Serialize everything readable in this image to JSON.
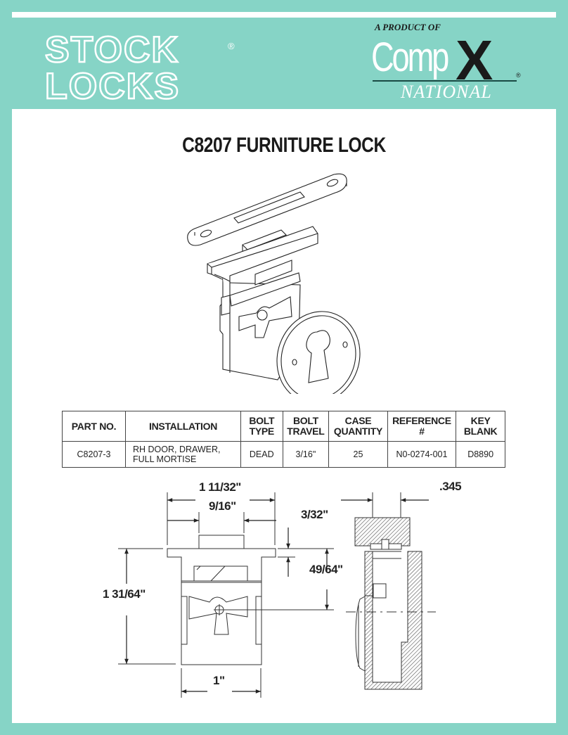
{
  "header": {
    "brand_line1": "STOCK",
    "brand_line2": "LOCKS",
    "brand_registered": "®",
    "product_of": "A PRODUCT OF",
    "partner_name_a": "Comp",
    "partner_name_b": "X",
    "partner_sub": "NATIONAL",
    "partner_registered": "®"
  },
  "colors": {
    "background": "#86d4c6",
    "panel": "#ffffff",
    "text": "#1a1a1a"
  },
  "title": "C8207 FURNITURE LOCK",
  "spec_table": {
    "columns": [
      "PART NO.",
      "INSTALLATION",
      "BOLT TYPE",
      "BOLT TRAVEL",
      "CASE QUANTITY",
      "REFERENCE #",
      "KEY BLANK"
    ],
    "rows": [
      {
        "part_no": "C8207-3",
        "installation_line1": "RH DOOR, DRAWER,",
        "installation_line2": "FULL MORTISE",
        "bolt_type": "DEAD",
        "bolt_travel": "3/16\"",
        "case_quantity": "25",
        "reference": "N0-0274-001",
        "key_blank": "D8890"
      }
    ]
  },
  "dimensions": {
    "overall_width": "1 11/32\"",
    "bolt_width": "9/16\"",
    "faceplate_thickness": "3/32\"",
    "keyhole_center": "49/64\"",
    "overall_height": "1 31/64\"",
    "case_width": "1\"",
    "side_depth": ".345"
  }
}
